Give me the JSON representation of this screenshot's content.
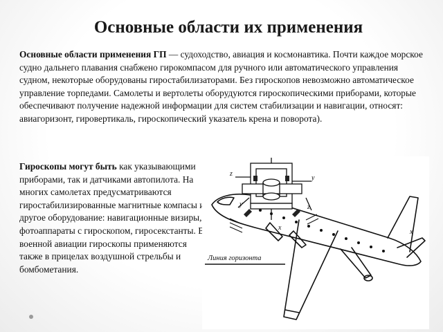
{
  "slide": {
    "title": "Основные области их применения",
    "paragraph1": {
      "bold_lead": "Основные области применения ГП",
      "text": " — судоходство, авиация и космонавтика. Почти каждое морское судно дальнего плавания снабжено гирокомпасом для ручного или автоматического управления судном, некоторые оборудованы гиростабилизаторами. Без гироскопов невозможно автоматическое управление торпедами. Самолеты и вертолеты оборудуются гироскопическими приборами, которые обеспечивают получение надежной информации для систем стабилизации и навигации, относят: авиагоризонт, гировертикаль, гироскопический указатель крена и поворота)."
    },
    "paragraph2": {
      "bold_lead": "Гироскопы могут быть",
      "text": " как указывающими приборами, так и датчиками автопилота. На многих самолетах предусматриваются гиростабилизированные магнитные компасы и другое оборудование: навигационные визиры, фотоаппараты с гироскопом, гиросекстанты. В военной авиации гироскопы применяются также в прицелах воздушной стрельбы и бомбометания."
    },
    "diagram": {
      "horizon_label": "Линия горизонта",
      "axis_labels": [
        "z",
        "y",
        "y",
        "z",
        "x",
        "x"
      ]
    }
  }
}
